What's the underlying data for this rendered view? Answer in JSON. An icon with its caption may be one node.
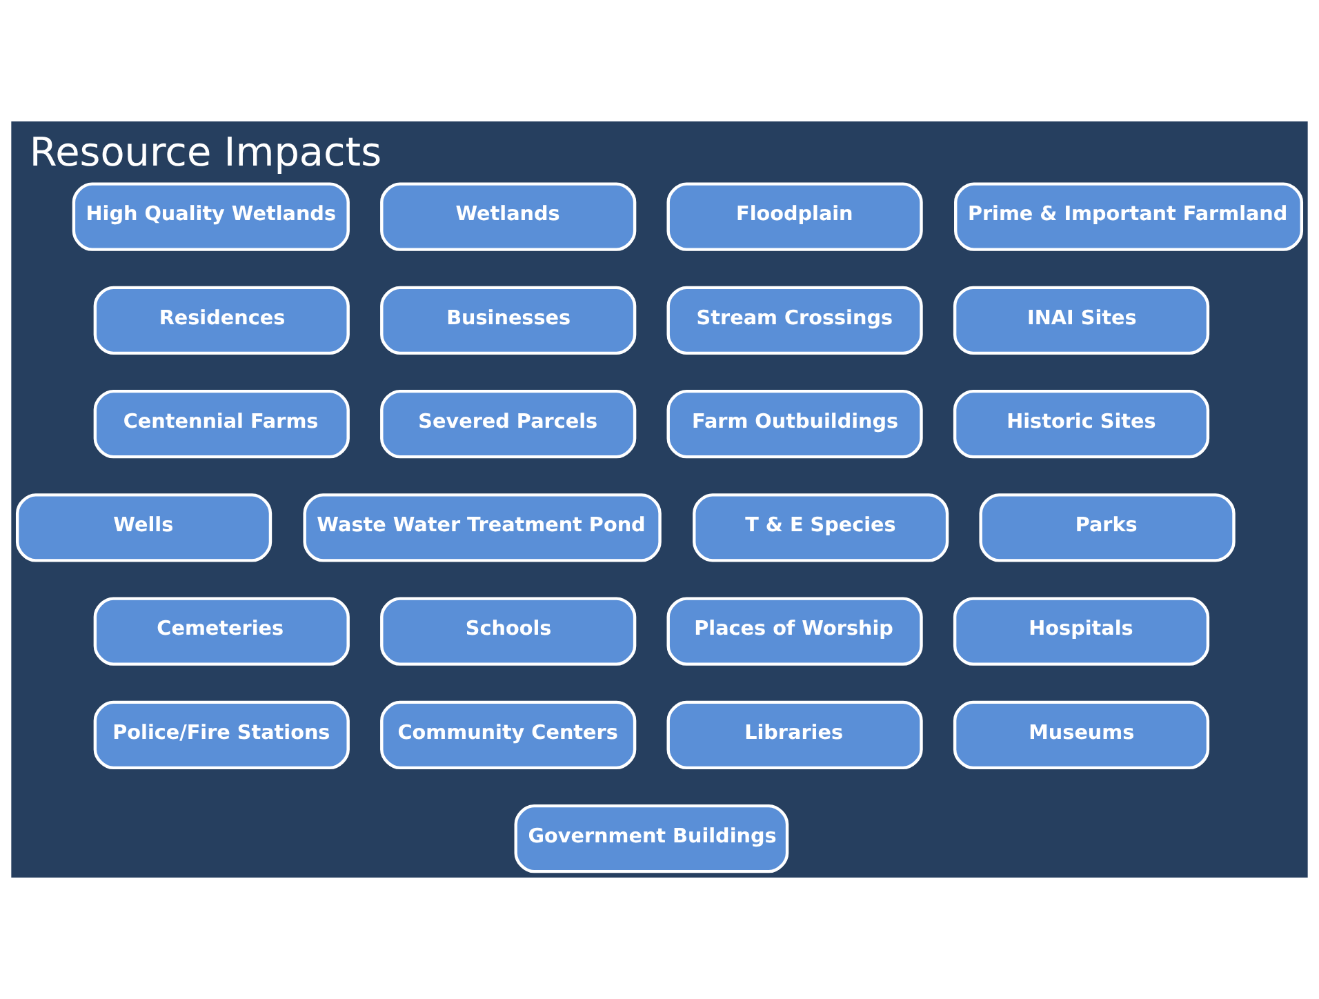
{
  "diagram": {
    "title": "Resource Impacts",
    "nodes": [
      {
        "text": [
          "High Quality Wetlands"
        ]
      },
      {
        "text": [
          "Wetlands"
        ]
      },
      {
        "text": [
          "Floodplain"
        ]
      },
      {
        "text": [
          "Prime & Important Farmland"
        ]
      },
      {
        "text": [
          "Residences"
        ]
      },
      {
        "text": [
          "Businesses"
        ]
      },
      {
        "text": [
          "Stream Crossings"
        ]
      },
      {
        "text": [
          "INAI Sites"
        ]
      },
      {
        "text": [
          "Centennial Farms"
        ]
      },
      {
        "text": [
          "Severed Parcels"
        ]
      },
      {
        "text": [
          "Farm Outbuildings"
        ]
      },
      {
        "text": [
          "Historic Sites"
        ]
      },
      {
        "text": [
          "Wells"
        ]
      },
      {
        "text": [
          "Waste Water Treatment Pond"
        ]
      },
      {
        "text": [
          "T & E Species"
        ]
      },
      {
        "text": [
          "Parks"
        ]
      },
      {
        "text": [
          "Cemeteries"
        ]
      },
      {
        "text": [
          "Schools"
        ]
      },
      {
        "text": [
          "Places of Worship"
        ]
      },
      {
        "text": [
          "Hospitals"
        ]
      },
      {
        "text": [
          "Police/Fire Stations"
        ]
      },
      {
        "text": [
          "Community Centers"
        ]
      },
      {
        "text": [
          "Libraries"
        ]
      },
      {
        "text": [
          "Museums"
        ]
      },
      {
        "text": [
          "Government Buildings"
        ]
      }
    ],
    "edges": []
  }
}
